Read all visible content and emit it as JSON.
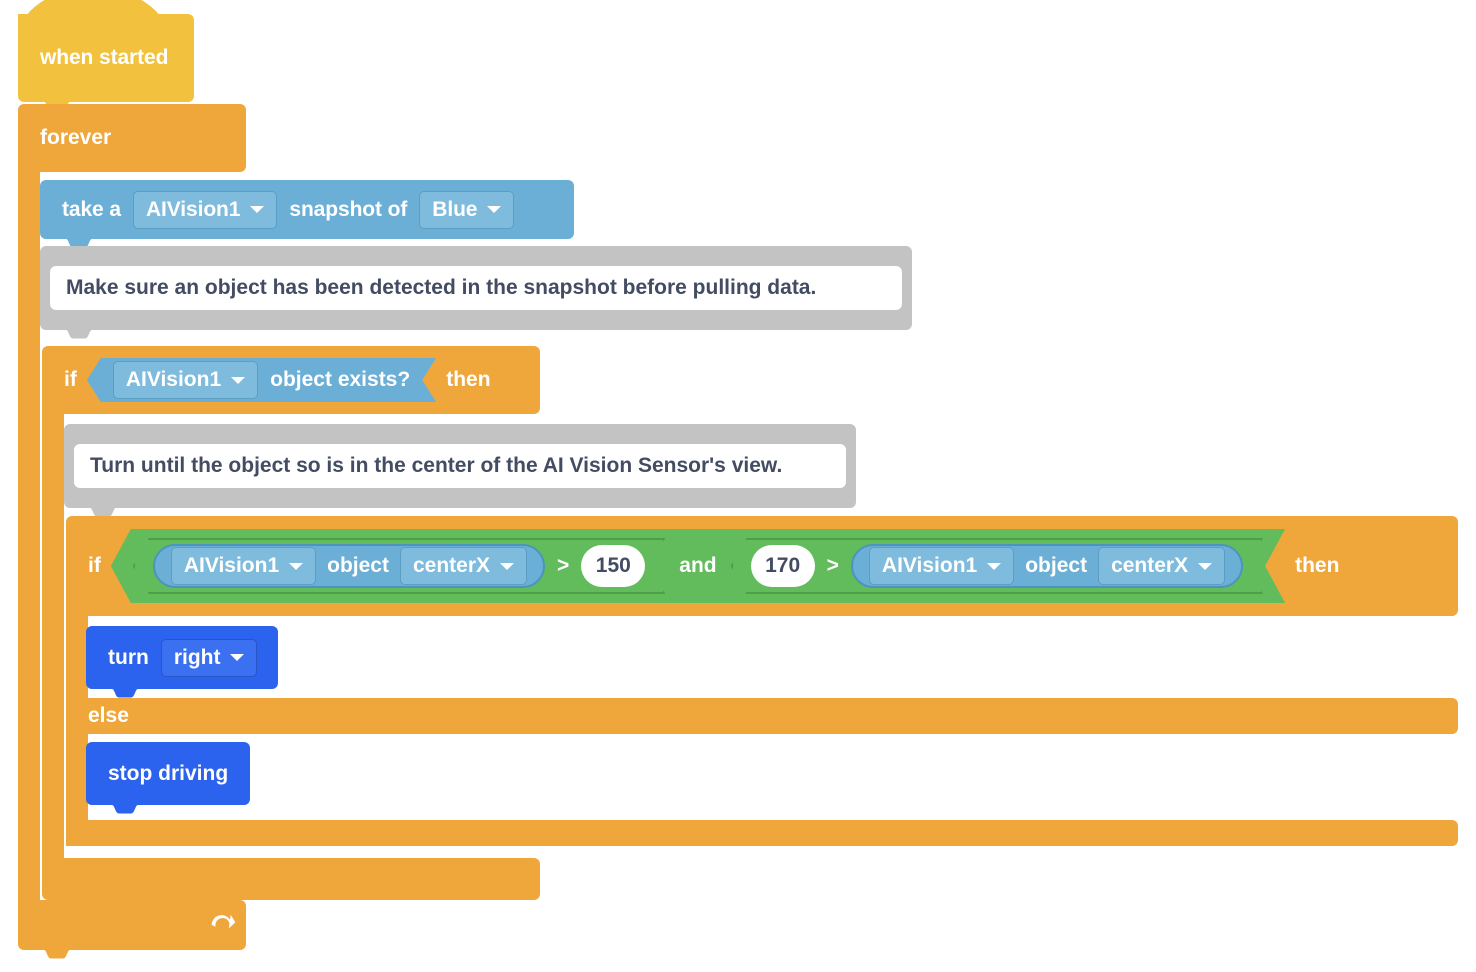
{
  "workspace": {
    "name": "VEXcode AI Vision block program",
    "colors": {
      "events": "#F2C23E",
      "control": "#EFA73C",
      "sensing": "#6CAFD6",
      "operators": "#62BC5C",
      "motion": "#2B63EE",
      "comment": "#C3C3C3",
      "comment_text": "#434C63",
      "canvas": "#FFFFFF"
    }
  },
  "blocks": {
    "hat": {
      "label": "when started"
    },
    "forever": {
      "label": "forever",
      "loop_arrow_icon": "loop-arrow-icon"
    },
    "snapshot": {
      "prefix": "take a",
      "device": "AIVision1",
      "middle": "snapshot of",
      "target": "Blue"
    },
    "comment_1": {
      "text": "Make sure an object has been detected in the snapshot before pulling data."
    },
    "if_exists": {
      "if_label": "if",
      "then_label": "then",
      "condition": {
        "device": "AIVision1",
        "text": "object exists?"
      }
    },
    "comment_2": {
      "text": "Turn until the object so is in the center of the AI Vision Sensor's view."
    },
    "if_center": {
      "if_label": "if",
      "then_label": "then",
      "else_label": "else",
      "operator": "and",
      "left": {
        "device": "AIVision1",
        "object_label": "object",
        "property": "centerX",
        "comparator": ">",
        "value": "150"
      },
      "right": {
        "value": "170",
        "comparator": ">",
        "device": "AIVision1",
        "object_label": "object",
        "property": "centerX"
      }
    },
    "turn": {
      "label": "turn",
      "direction": "right"
    },
    "stop": {
      "label": "stop driving"
    }
  }
}
